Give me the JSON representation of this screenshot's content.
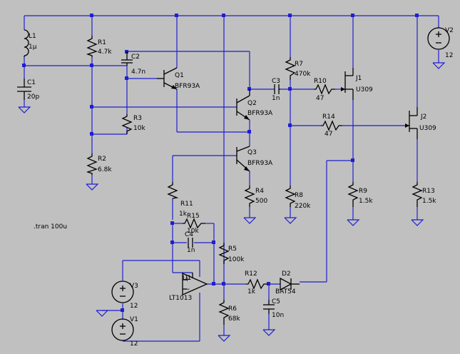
{
  "schematic": {
    "directive": ".tran 100u",
    "components": {
      "L1": {
        "ref": "L1",
        "value": "1µ"
      },
      "C1": {
        "ref": "C1",
        "value": "20p"
      },
      "R1": {
        "ref": "R1",
        "value": "4.7k"
      },
      "C2": {
        "ref": "C2",
        "value": "4.7n"
      },
      "Q1": {
        "ref": "Q1",
        "value": "BFR93A"
      },
      "R3": {
        "ref": "R3",
        "value": "10k"
      },
      "R2": {
        "ref": "R2",
        "value": "6.8k"
      },
      "Q2": {
        "ref": "Q2",
        "value": "BFR93A"
      },
      "Q3": {
        "ref": "Q3",
        "value": "BFR93A"
      },
      "R4": {
        "ref": "R4",
        "value": "500"
      },
      "C3": {
        "ref": "C3",
        "value": "1n"
      },
      "R7": {
        "ref": "R7",
        "value": "470k"
      },
      "R10": {
        "ref": "R10",
        "value": "47"
      },
      "J1": {
        "ref": "J1",
        "value": "U309"
      },
      "R14": {
        "ref": "R14",
        "value": "47"
      },
      "J2": {
        "ref": "J2",
        "value": "U309"
      },
      "R8": {
        "ref": "R8",
        "value": "220k"
      },
      "R9": {
        "ref": "R9",
        "value": "1.5k"
      },
      "R13": {
        "ref": "R13",
        "value": "1.5k"
      },
      "V2": {
        "ref": "V2",
        "value": "12"
      },
      "R11": {
        "ref": "R11",
        "value": "1k"
      },
      "R15": {
        "ref": "R15",
        "value": "10k"
      },
      "C4": {
        "ref": "C4",
        "value": "1n"
      },
      "R5": {
        "ref": "R5",
        "value": "100k"
      },
      "U1": {
        "ref": "U1",
        "value": "LT1013"
      },
      "R6": {
        "ref": "R6",
        "value": "68k"
      },
      "R12": {
        "ref": "R12",
        "value": "1k"
      },
      "D2": {
        "ref": "D2",
        "value": "BAT54"
      },
      "C5": {
        "ref": "C5",
        "value": "10n"
      },
      "V3": {
        "ref": "V3",
        "value": "12"
      },
      "V1": {
        "ref": "V1",
        "value": "12"
      }
    }
  }
}
